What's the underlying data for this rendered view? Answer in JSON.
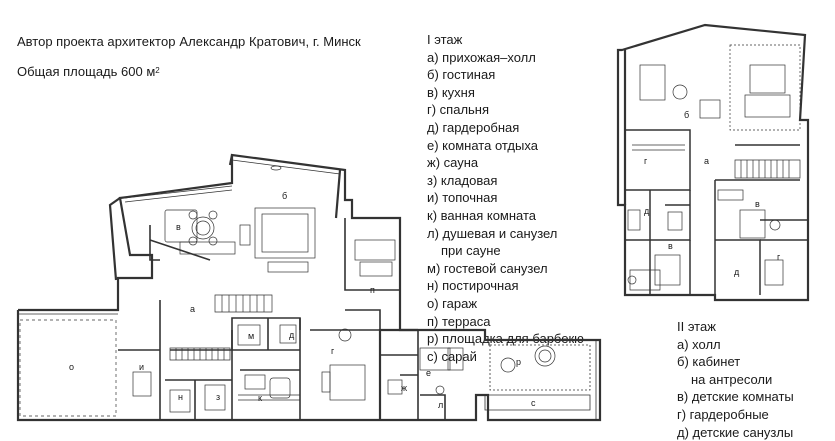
{
  "header": {
    "author_prefix": "Автор проекта",
    "author_name": "архитектор Александр Кратович,",
    "author_city": "г. Минск",
    "area_label": "Общая площадь 600 м",
    "area_unit_sup": "2"
  },
  "floor1": {
    "title": "I этаж",
    "rooms": [
      "а) прихожая–холл",
      "б) гостиная",
      "в) кухня",
      "г)  спальня",
      "д) гардеробная",
      "е) комната отдыха",
      "ж) сауна",
      "з) кладовая",
      "и) топочная",
      "к) ванная комната",
      "л) душевая и санузел",
      "при сауне",
      "м) гостевой санузел",
      "н) постирочная",
      "о) гараж",
      "п) терраса",
      "р) площадка для барбекю",
      "с) сарай"
    ],
    "plan_labels": [
      "а",
      "б",
      "в",
      "г",
      "д",
      "е",
      "ж",
      "з",
      "и",
      "к",
      "л",
      "м",
      "н",
      "о",
      "п",
      "р",
      "с"
    ]
  },
  "floor2": {
    "title": "II этаж",
    "rooms": [
      "а) холл",
      "б) кабинет",
      "на антресоли",
      "в) детские комнаты",
      "г)  гардеробные",
      "д) детские санузлы"
    ],
    "plan_labels": [
      "а",
      "б",
      "в",
      "в",
      "г",
      "г",
      "д",
      "д"
    ]
  },
  "colors": {
    "line": "#333333",
    "text": "#1a1a1a",
    "background": "#ffffff"
  }
}
